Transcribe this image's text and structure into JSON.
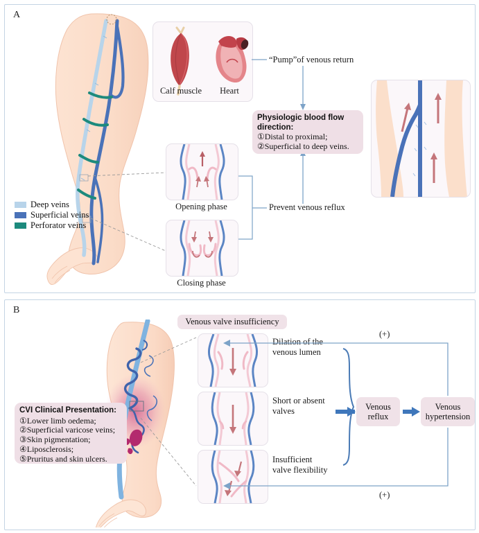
{
  "panels": {
    "a": {
      "letter": "A",
      "legend": [
        {
          "label": "Deep veins",
          "color": "#b8d4ea"
        },
        {
          "label": "Superficial veins",
          "color": "#4a72b8"
        },
        {
          "label": "Perforator veins",
          "color": "#1d8a7d"
        }
      ],
      "pump_card": {
        "left_label": "Calf  muscle",
        "right_label": "Heart"
      },
      "pump_text": "“Pump”of venous return",
      "physiologic_box": {
        "header_line1": "Physiologic blood flow",
        "header_line2": "direction:",
        "item1": "①Distal to proximal;",
        "item2": "②Superficial to deep veins."
      },
      "valve_panels": [
        {
          "caption": "Opening phase"
        },
        {
          "caption": "Closing phase"
        }
      ],
      "prevent_label": "Prevent venous reflux"
    },
    "b": {
      "letter": "B",
      "title": "Venous valve insufficiency",
      "cvi_box": {
        "header": "CVI Clinical Presentation:",
        "items": [
          "①Lower limb oedema;",
          "②Superficial varicose veins;",
          "③Skin pigmentation;",
          "④Liposclerosis;",
          "⑤Pruritus and skin ulcers."
        ]
      },
      "mechanisms": [
        {
          "line1": "Dilation of the",
          "line2": "venous lumen"
        },
        {
          "line1": "Short or absent",
          "line2": "valves"
        },
        {
          "line1": "Insufficient",
          "line2": "valve flexibility"
        }
      ],
      "flow": {
        "reflux": "Venous reflux",
        "hypertension": "Venous hypertension",
        "feedback_top": "(+)",
        "feedback_bottom": "(+)"
      }
    }
  },
  "colors": {
    "panel_border": "#c3d4e4",
    "pink_box": "#efdfe6",
    "deep_vein": "#b8d4ea",
    "superficial_vein": "#4a72b8",
    "perforator_vein": "#1d8a7d",
    "skin": "#fbddc8",
    "arrow_red": "#c4757a",
    "connector_blue": "#7da3c8",
    "flow_arrow_blue": "#3f77bb"
  }
}
